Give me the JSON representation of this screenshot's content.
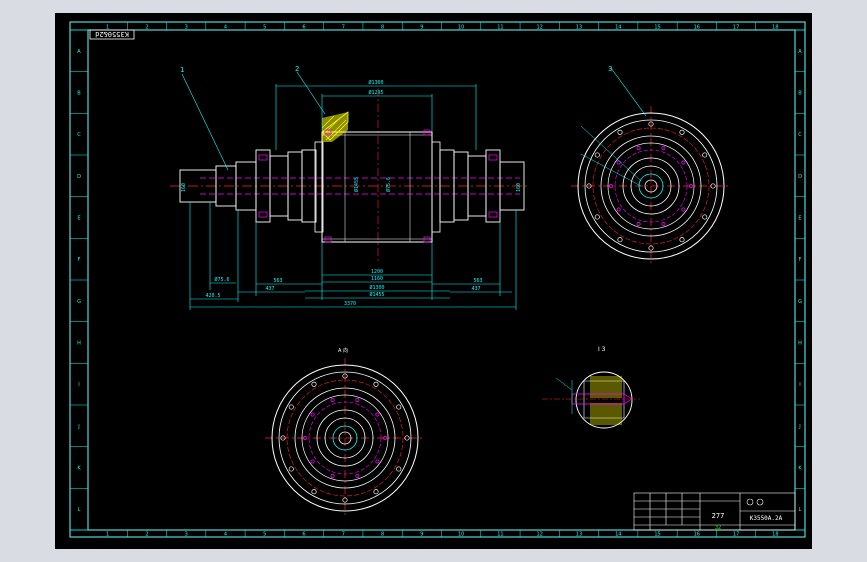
{
  "drawing": {
    "code_box": "K3550&2d",
    "drawing_number": "K3550A.2A",
    "title_block_mid": "277",
    "title_block_small": "32",
    "balloons": [
      "1",
      "2",
      "3"
    ],
    "view_label_A": "A  向",
    "view_label_detail": "I  3",
    "column_numbers": [
      "1",
      "2",
      "3",
      "4",
      "5",
      "6",
      "7",
      "8",
      "9",
      "10",
      "11",
      "12",
      "13",
      "14",
      "15",
      "16",
      "17",
      "18"
    ],
    "row_letters": [
      "A",
      "B",
      "C",
      "D",
      "E",
      "F",
      "G",
      "H",
      "I",
      "J",
      "K",
      "L"
    ],
    "dims": {
      "total_length": "3370",
      "d1": "Ø1360",
      "d2": "Ø1295",
      "d3": "1200",
      "d4": "1160",
      "d5": "Ø1300",
      "d6": "Ø1455",
      "d7": "563",
      "d8": "437",
      "d9": "420.5",
      "d10": "Ø75.6",
      "d11": "160"
    }
  },
  "colors": {
    "background": "#000000",
    "line_white": "#ffffff",
    "dim_cyan": "#00ffff",
    "hatch_yellow": "#ffff00",
    "center_red": "#ff2020",
    "magenta": "#ff00ff",
    "green": "#00ff00"
  }
}
